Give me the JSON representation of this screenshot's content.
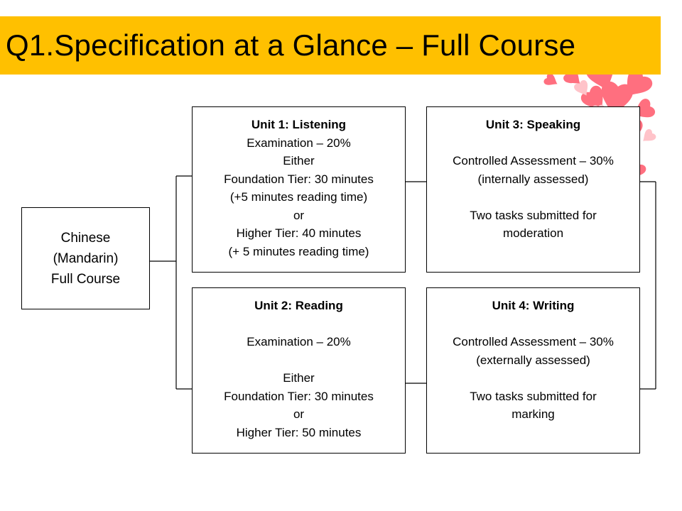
{
  "title": "Q1.Specification at a Glance – Full Course",
  "colors": {
    "title_bar": "#FFC000",
    "heart": "#FF6F7F",
    "heart_light": "#FFC3C9"
  },
  "decoration": {
    "icon": "hearts-decoration-icon"
  },
  "main_box": {
    "lines": [
      "Chinese",
      "(Mandarin)",
      "Full Course"
    ]
  },
  "units": {
    "u1": {
      "title": "Unit 1: Listening",
      "lines": [
        "Examination – 20%",
        "Either",
        "Foundation Tier: 30 minutes",
        "(+5 minutes reading time)",
        "or",
        "Higher Tier: 40 minutes",
        "(+ 5 minutes reading time)"
      ]
    },
    "u2": {
      "title": "Unit 2: Reading",
      "lines": [
        "",
        "Examination – 20%",
        "",
        "Either",
        "Foundation Tier: 30 minutes",
        "or",
        "Higher Tier: 50 minutes"
      ]
    },
    "u3": {
      "title": "Unit 3: Speaking",
      "lines": [
        "",
        "Controlled Assessment – 30%",
        "(internally assessed)",
        "",
        "Two tasks submitted for",
        "moderation"
      ]
    },
    "u4": {
      "title": "Unit 4: Writing",
      "lines": [
        "",
        "Controlled Assessment – 30%",
        "(externally assessed)",
        "",
        "Two tasks submitted for",
        "marking"
      ]
    }
  }
}
